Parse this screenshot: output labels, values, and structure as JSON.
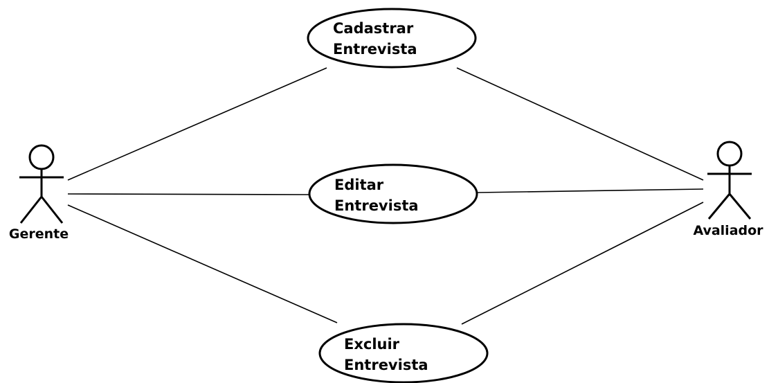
{
  "actors": [
    {
      "id": "gerente",
      "label": "Gerente"
    },
    {
      "id": "avaliador",
      "label": "Avaliador"
    }
  ],
  "use_cases": [
    {
      "id": "cadastrar",
      "lines": [
        "Cadastrar",
        "Entrevista"
      ]
    },
    {
      "id": "editar",
      "lines": [
        "Editar",
        "Entrevista"
      ]
    },
    {
      "id": "excluir",
      "lines": [
        "Excluir",
        "Entrevista"
      ]
    }
  ],
  "associations": [
    {
      "actor": "gerente",
      "use_case": "cadastrar"
    },
    {
      "actor": "gerente",
      "use_case": "editar"
    },
    {
      "actor": "gerente",
      "use_case": "excluir"
    },
    {
      "actor": "avaliador",
      "use_case": "cadastrar"
    },
    {
      "actor": "avaliador",
      "use_case": "editar"
    },
    {
      "actor": "avaliador",
      "use_case": "excluir"
    }
  ],
  "colors": {
    "stroke": "#000000",
    "background": "#ffffff"
  }
}
